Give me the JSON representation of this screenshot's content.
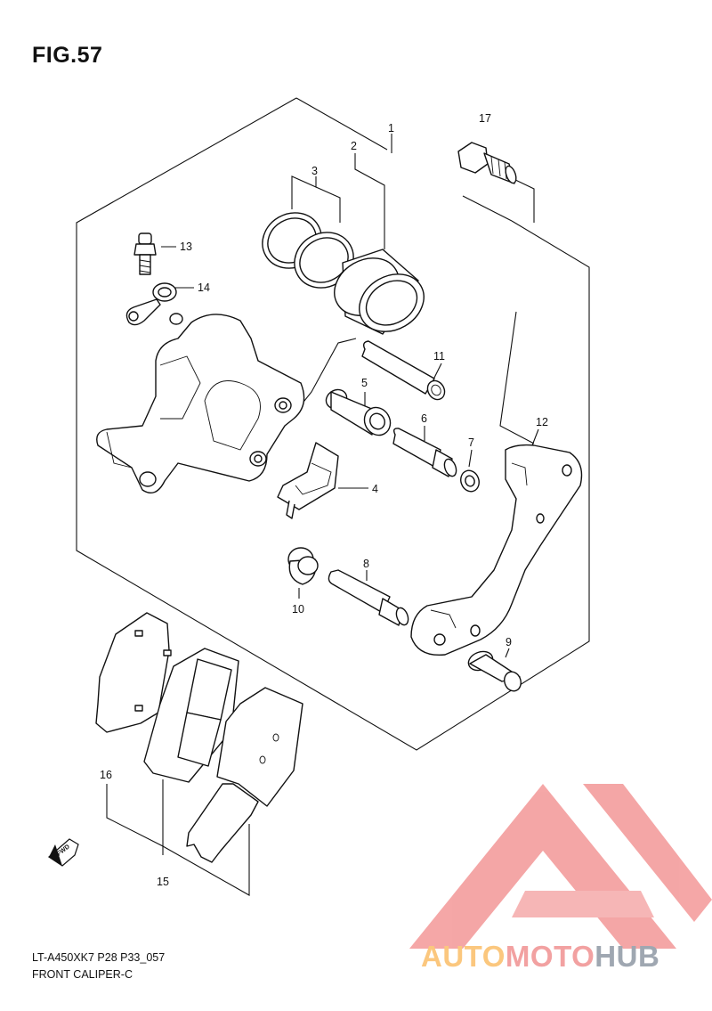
{
  "figure": {
    "title": "FIG.57",
    "code": "LT-A450XK7 P28 P33_057",
    "name": "FRONT CALIPER-C"
  },
  "parts": [
    {
      "ref": "1"
    },
    {
      "ref": "2"
    },
    {
      "ref": "3"
    },
    {
      "ref": "4"
    },
    {
      "ref": "5"
    },
    {
      "ref": "6"
    },
    {
      "ref": "7"
    },
    {
      "ref": "8"
    },
    {
      "ref": "9"
    },
    {
      "ref": "10"
    },
    {
      "ref": "11"
    },
    {
      "ref": "12"
    },
    {
      "ref": "13"
    },
    {
      "ref": "14"
    },
    {
      "ref": "15"
    },
    {
      "ref": "16"
    },
    {
      "ref": "17"
    }
  ],
  "direction_arrow": {
    "label": "FWD"
  },
  "watermark": {
    "brand_part1": "AUTO",
    "brand_part2": "MOTO",
    "brand_part3": "HUB",
    "colors": {
      "auto": "#fbc77e",
      "moto": "#f2a1a1",
      "hub": "#9fa7b1",
      "logo": "#f4a2a2"
    }
  }
}
